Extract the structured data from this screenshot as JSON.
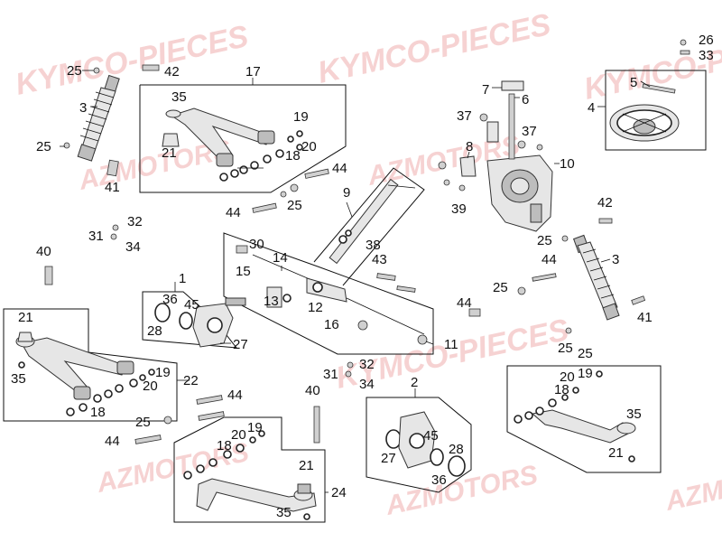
{
  "watermarks": [
    {
      "id": "wm1",
      "text": "KYMCO-PIECES"
    },
    {
      "id": "wm2",
      "text": "AZMOTORS"
    },
    {
      "id": "wm3",
      "text": "KYMCO-PIECES"
    },
    {
      "id": "wm4",
      "text": "AZMOTORS"
    },
    {
      "id": "wm5",
      "text": "KYMCO-PIECES"
    },
    {
      "id": "wm6",
      "text": "AZMOTORS"
    },
    {
      "id": "wm7",
      "text": "KYMCO-PIECES"
    },
    {
      "id": "wm8",
      "text": "AZMOTORS"
    },
    {
      "id": "wm9",
      "text": "AZM"
    }
  ],
  "callouts": [
    {
      "id": "c1",
      "text": "25"
    },
    {
      "id": "c2",
      "text": "42"
    },
    {
      "id": "c3",
      "text": "17"
    },
    {
      "id": "c4",
      "text": "7"
    },
    {
      "id": "c5",
      "text": "6"
    },
    {
      "id": "c6",
      "text": "26"
    },
    {
      "id": "c7",
      "text": "33"
    },
    {
      "id": "c8",
      "text": "5"
    },
    {
      "id": "c9",
      "text": "4"
    },
    {
      "id": "c10",
      "text": "3"
    },
    {
      "id": "c11",
      "text": "35"
    },
    {
      "id": "c12",
      "text": "19"
    },
    {
      "id": "c13",
      "text": "37"
    },
    {
      "id": "c14",
      "text": "37"
    },
    {
      "id": "c15",
      "text": "25"
    },
    {
      "id": "c16",
      "text": "21"
    },
    {
      "id": "c17",
      "text": "20"
    },
    {
      "id": "c18",
      "text": "18"
    },
    {
      "id": "c19",
      "text": "8"
    },
    {
      "id": "c20",
      "text": "10"
    },
    {
      "id": "c21",
      "text": "41"
    },
    {
      "id": "c22",
      "text": "44"
    },
    {
      "id": "c23",
      "text": "9"
    },
    {
      "id": "c24",
      "text": "25"
    },
    {
      "id": "c25",
      "text": "44"
    },
    {
      "id": "c26",
      "text": "39"
    },
    {
      "id": "c27",
      "text": "42"
    },
    {
      "id": "c28",
      "text": "32"
    },
    {
      "id": "c29",
      "text": "31"
    },
    {
      "id": "c30",
      "text": "34"
    },
    {
      "id": "c31",
      "text": "38"
    },
    {
      "id": "c32",
      "text": "25"
    },
    {
      "id": "c33",
      "text": "40"
    },
    {
      "id": "c34",
      "text": "30"
    },
    {
      "id": "c35",
      "text": "14"
    },
    {
      "id": "c36",
      "text": "43"
    },
    {
      "id": "c37",
      "text": "3"
    },
    {
      "id": "c38",
      "text": "15"
    },
    {
      "id": "c39",
      "text": "44"
    },
    {
      "id": "c40",
      "text": "1"
    },
    {
      "id": "c41",
      "text": "25"
    },
    {
      "id": "c42",
      "text": "13"
    },
    {
      "id": "c43",
      "text": "36"
    },
    {
      "id": "c44",
      "text": "45"
    },
    {
      "id": "c45",
      "text": "44"
    },
    {
      "id": "c46",
      "text": "12"
    },
    {
      "id": "c47",
      "text": "41"
    },
    {
      "id": "c48",
      "text": "21"
    },
    {
      "id": "c49",
      "text": "28"
    },
    {
      "id": "c50",
      "text": "27"
    },
    {
      "id": "c51",
      "text": "16"
    },
    {
      "id": "c52",
      "text": "11"
    },
    {
      "id": "c53",
      "text": "25"
    },
    {
      "id": "c54",
      "text": "25"
    },
    {
      "id": "c55",
      "text": "35"
    },
    {
      "id": "c56",
      "text": "19"
    },
    {
      "id": "c57",
      "text": "22"
    },
    {
      "id": "c58",
      "text": "20"
    },
    {
      "id": "c59",
      "text": "32"
    },
    {
      "id": "c60",
      "text": "31"
    },
    {
      "id": "c61",
      "text": "34"
    },
    {
      "id": "c62",
      "text": "2"
    },
    {
      "id": "c63",
      "text": "20"
    },
    {
      "id": "c64",
      "text": "19"
    },
    {
      "id": "c65",
      "text": "18"
    },
    {
      "id": "c66",
      "text": "44"
    },
    {
      "id": "c67",
      "text": "40"
    },
    {
      "id": "c68",
      "text": "18"
    },
    {
      "id": "c69",
      "text": "25"
    },
    {
      "id": "c70",
      "text": "20"
    },
    {
      "id": "c71",
      "text": "19"
    },
    {
      "id": "c72",
      "text": "44"
    },
    {
      "id": "c73",
      "text": "18"
    },
    {
      "id": "c74",
      "text": "35"
    },
    {
      "id": "c75",
      "text": "45"
    },
    {
      "id": "c76",
      "text": "27"
    },
    {
      "id": "c77",
      "text": "28"
    },
    {
      "id": "c78",
      "text": "21"
    },
    {
      "id": "c79",
      "text": "36"
    },
    {
      "id": "c80",
      "text": "24"
    },
    {
      "id": "c81",
      "text": "35"
    },
    {
      "id": "c82",
      "text": "21"
    }
  ]
}
